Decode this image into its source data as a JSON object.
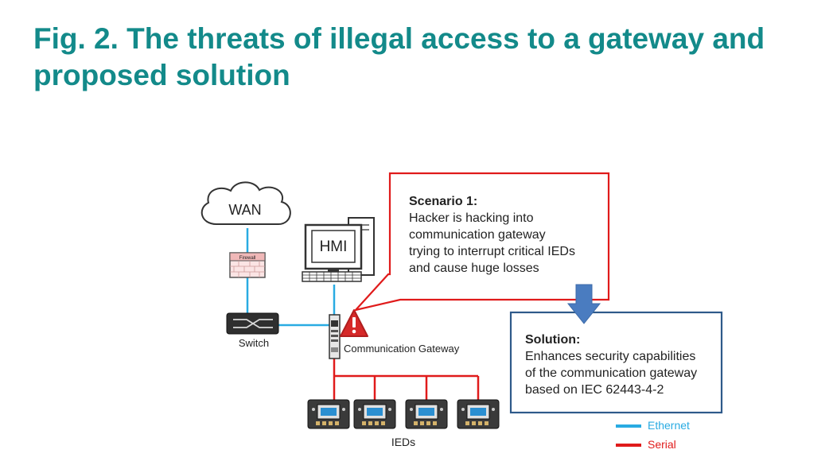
{
  "title_line1": "Fig. 2. The threats of illegal access to a gateway and",
  "title_line2": "proposed solution",
  "nodes": {
    "wan": "WAN",
    "firewall": "Firewall",
    "hmi": "HMI",
    "switch": "Switch",
    "gateway": "Communication Gateway",
    "ieds": "IEDs"
  },
  "scenario": {
    "heading": "Scenario 1:",
    "lines": [
      "Hacker is hacking into",
      "communication gateway",
      "trying to interrupt critical IEDs",
      "and cause huge losses"
    ]
  },
  "solution": {
    "heading": "Solution:",
    "lines": [
      "Enhances security capabilities",
      "of the communication gateway",
      "based on IEC 62443-4-2"
    ]
  },
  "legend": {
    "ethernet": "Ethernet",
    "serial": "Serial"
  },
  "colors": {
    "title": "#138a8a",
    "ethernet": "#29abe2",
    "serial": "#e01b1b",
    "scenario_border": "#e01b1b",
    "solution_border": "#2e5a8a",
    "arrow": "#4a7cc0",
    "warning": "#d62828"
  },
  "icons": {
    "wan": "cloud-icon",
    "firewall": "firewall-icon",
    "hmi": "computer-icon",
    "switch": "switch-icon",
    "gateway": "gateway-icon",
    "warning": "warning-icon",
    "ied": "ied-device-icon"
  }
}
